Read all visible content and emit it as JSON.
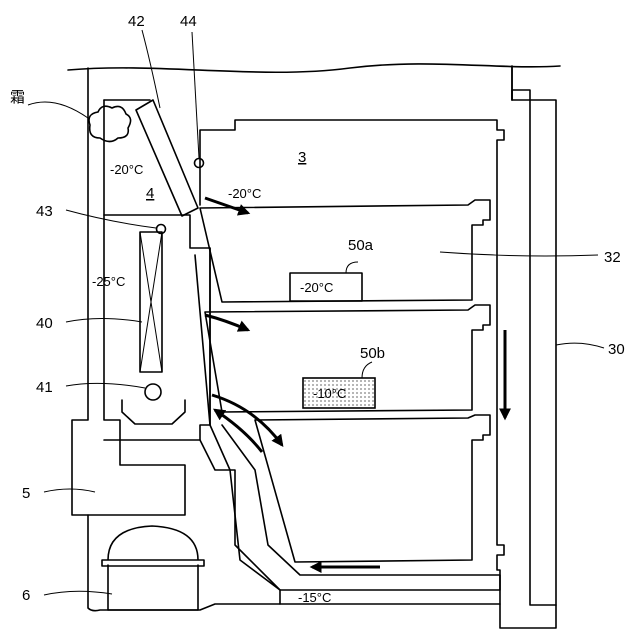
{
  "labels": {
    "frost": "霜",
    "n42": "42",
    "n44": "44",
    "n43": "43",
    "n40": "40",
    "n41": "41",
    "n5": "5",
    "n6": "6",
    "n3": "3",
    "n4": "4",
    "n50a": "50a",
    "n50b": "50b",
    "n32": "32",
    "n30": "30"
  },
  "temps": {
    "duct_top": "-20°C",
    "outlet": "-20°C",
    "evaporator": "-25°C",
    "box_50a": "-20°C",
    "box_50b": "-10°C",
    "bottom": "-15°C"
  }
}
